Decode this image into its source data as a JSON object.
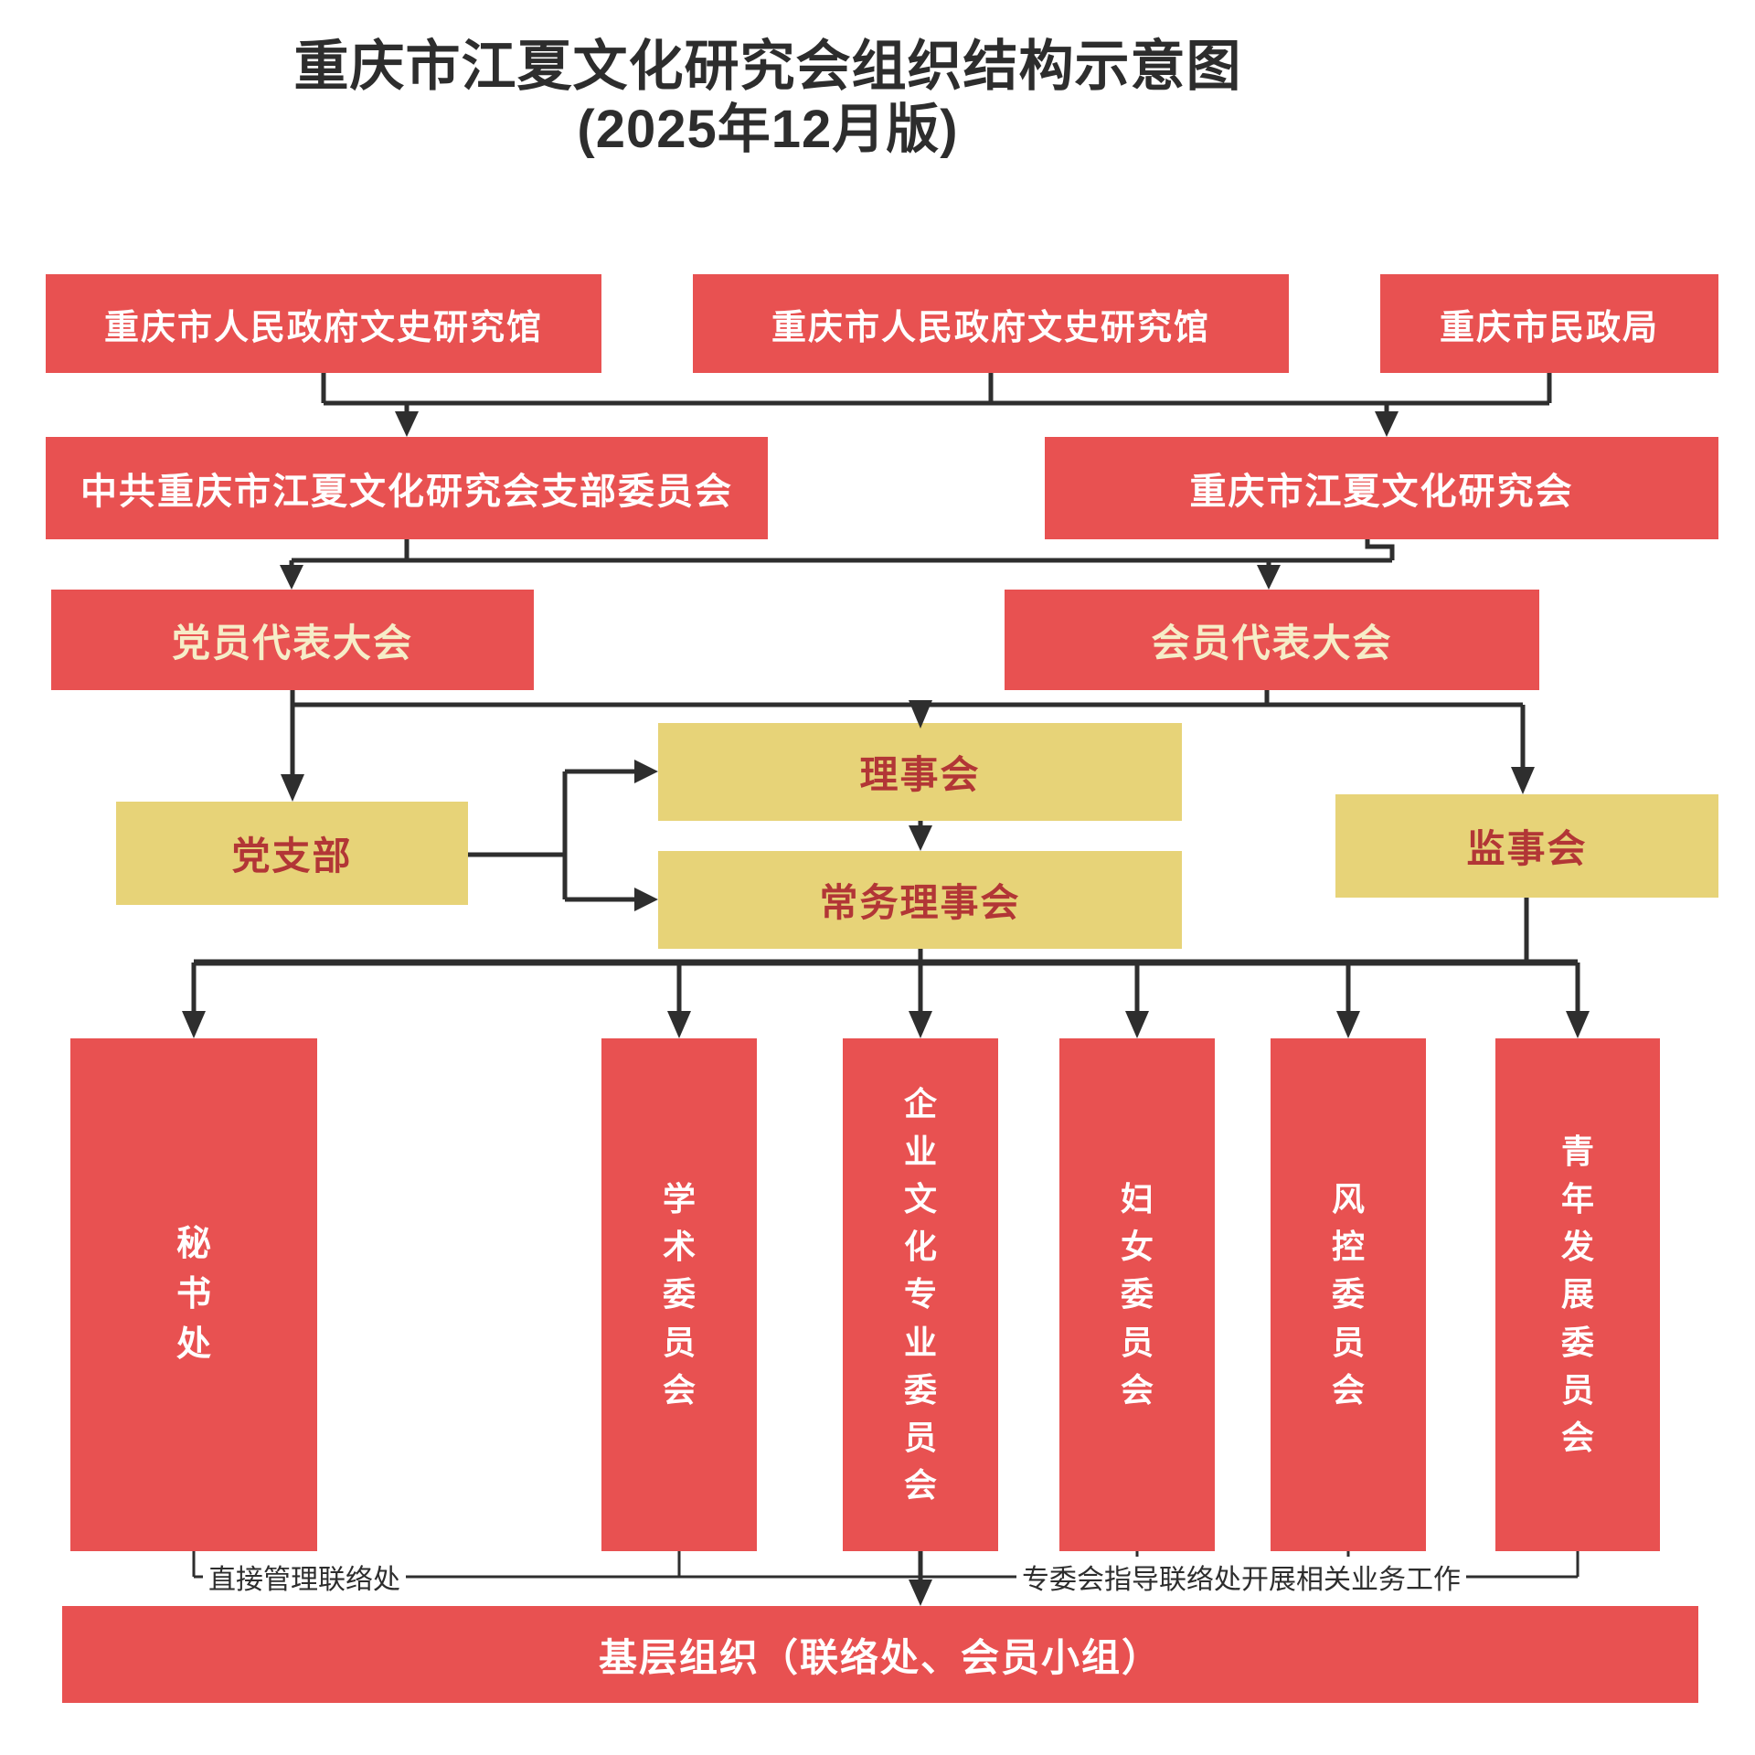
{
  "title": {
    "line1": "重庆市江夏文化研究会组织结构示意图",
    "line2": "(2025年12月版)"
  },
  "nodes": {
    "wenshiguan_left": {
      "label": "重庆市人民政府文史研究馆"
    },
    "wenshiguan_mid": {
      "label": "重庆市人民政府文史研究馆"
    },
    "minzhengju": {
      "label": "重庆市民政局"
    },
    "party_branch_committee": {
      "label": "中共重庆市江夏文化研究会支部委员会"
    },
    "association": {
      "label": "重庆市江夏文化研究会"
    },
    "party_congress": {
      "label": "党员代表大会"
    },
    "member_congress": {
      "label": "会员代表大会"
    },
    "party_branch": {
      "label": "党支部"
    },
    "council": {
      "label": "理事会"
    },
    "standing_council": {
      "label": "常务理事会"
    },
    "supervisory_board": {
      "label": "监事会"
    },
    "secretariat": {
      "label": "秘书处"
    },
    "academic_committee": {
      "label": "学术委员会"
    },
    "enterprise_culture_committee": {
      "label": "企业文化专业委员会"
    },
    "women_committee": {
      "label": "妇女委员会"
    },
    "risk_control_committee": {
      "label": "风控委员会"
    },
    "youth_committee": {
      "label": "青年发展委员会"
    },
    "grassroots": {
      "label": "基层组织（联络处、会员小组）"
    }
  },
  "annotations": {
    "direct_manage": "直接管理联络处",
    "committee_guidance": "专委会指导联络处开展相关业务工作"
  },
  "colors": {
    "red": "#E85151",
    "yellow": "#E7D378",
    "dark_red_text": "#B23636",
    "cream_text": "#F6EDC8",
    "line": "#2E2E2E",
    "title_text": "#2D2D2D"
  }
}
